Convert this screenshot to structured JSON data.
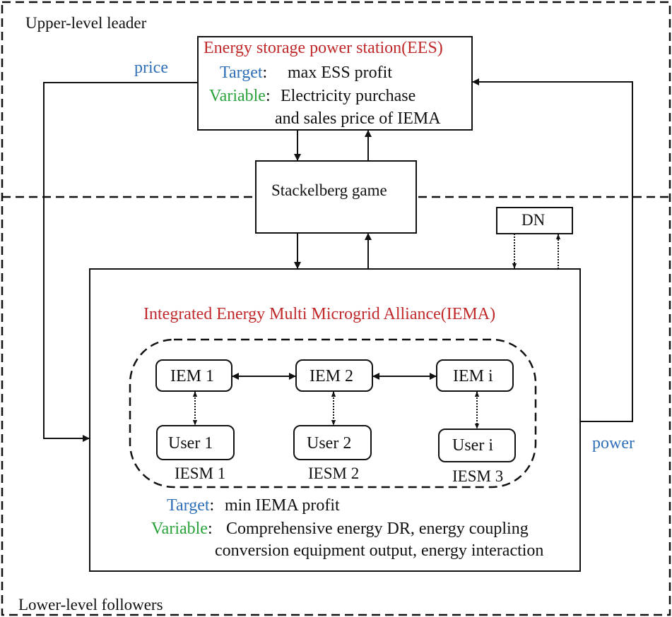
{
  "colors": {
    "title_red": "#c0282a",
    "label_blue": "#2e6fb8",
    "label_green": "#29a33a",
    "line": "#111111"
  },
  "upper_level_label": "Upper-level leader",
  "lower_level_label": "Lower-level followers",
  "ees_box": {
    "title": "Energy storage power station(EES)",
    "target_key": "Target",
    "target_value": "max ESS profit",
    "variable_key": "Variable",
    "variable_line1": "Electricity purchase",
    "variable_line2": "and sales price of IEMA"
  },
  "game_box": {
    "label": "Stackelberg game"
  },
  "dn_box": {
    "label": "DN"
  },
  "flow_labels": {
    "price": "price",
    "power": "power"
  },
  "iema_box": {
    "title": "Integrated Energy Multi Microgrid Alliance(IEMA)",
    "target_key": "Target",
    "target_value": "min IEMA profit",
    "variable_key": "Variable",
    "variable_line1": "Comprehensive energy DR, energy coupling",
    "variable_line2": "conversion equipment output, energy interaction"
  },
  "iem_nodes": [
    "IEM 1",
    "IEM 2",
    "IEM i"
  ],
  "user_nodes": [
    "User 1",
    "User 2",
    "User i"
  ],
  "iesm_labels": [
    "IESM 1",
    "IESM 2",
    "IESM 3"
  ]
}
